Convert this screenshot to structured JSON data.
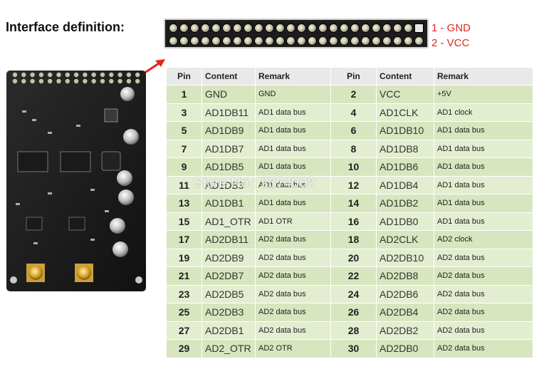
{
  "heading": "Interface definition:",
  "connector": {
    "pin1_label": "1 - GND",
    "pin2_label": "2 - VCC",
    "colors": {
      "label": "#e0271f"
    }
  },
  "watermark": "Store No.: 2374002",
  "table": {
    "headers": [
      "Pin",
      "Content",
      "Remark",
      "Pin",
      "Content",
      "Remark"
    ],
    "rows": [
      [
        "1",
        "GND",
        "GND",
        "2",
        "VCC",
        "+5V"
      ],
      [
        "3",
        "AD1DB11",
        "AD1 data bus",
        "4",
        "AD1CLK",
        "AD1 clock"
      ],
      [
        "5",
        "AD1DB9",
        "AD1 data bus",
        "6",
        "AD1DB10",
        "AD1 data bus"
      ],
      [
        "7",
        "AD1DB7",
        "AD1 data bus",
        "8",
        "AD1DB8",
        "AD1 data bus"
      ],
      [
        "9",
        "AD1DB5",
        "AD1 data bus",
        "10",
        "AD1DB6",
        "AD1 data bus"
      ],
      [
        "11",
        "AD1DB3",
        "AD1 data bus",
        "12",
        "AD1DB4",
        "AD1 data bus"
      ],
      [
        "13",
        "AD1DB1",
        "AD1 data bus",
        "14",
        "AD1DB2",
        "AD1 data bus"
      ],
      [
        "15",
        "AD1_OTR",
        "AD1 OTR",
        "16",
        "AD1DB0",
        "AD1 data bus"
      ],
      [
        "17",
        "AD2DB11",
        "AD2 data bus",
        "18",
        "AD2CLK",
        "AD2 clock"
      ],
      [
        "19",
        "AD2DB9",
        "AD2 data bus",
        "20",
        "AD2DB10",
        "AD2 data bus"
      ],
      [
        "21",
        "AD2DB7",
        "AD2 data bus",
        "22",
        "AD2DB8",
        "AD2 data bus"
      ],
      [
        "23",
        "AD2DB5",
        "AD2 data bus",
        "24",
        "AD2DB6",
        "AD2 data bus"
      ],
      [
        "25",
        "AD2DB3",
        "AD2 data bus",
        "26",
        "AD2DB4",
        "AD2 data bus"
      ],
      [
        "27",
        "AD2DB1",
        "AD2 data bus",
        "28",
        "AD2DB2",
        "AD2 data bus"
      ],
      [
        "29",
        "AD2_OTR",
        "AD2 OTR",
        "30",
        "AD2DB0",
        "AD2 data bus"
      ]
    ]
  }
}
